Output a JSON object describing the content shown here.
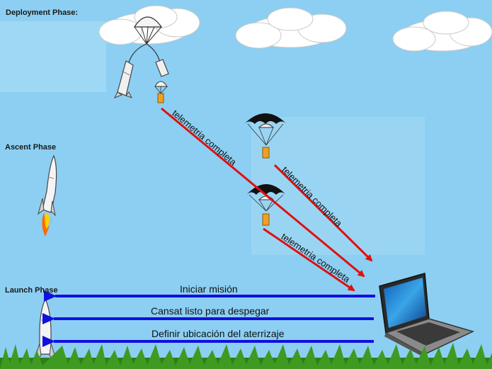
{
  "phases": {
    "deployment": "Deployment Phase:",
    "ascent": "Ascent Phase",
    "launch": "Launch Phase"
  },
  "telemetry": {
    "label_1": "telemetria completa",
    "label_2": "telemetria completa",
    "label_3": "telemetria completa"
  },
  "commands": {
    "start": "Iniciar misión",
    "ready": "Cansat listo para despegar",
    "landing": "Definir ubicación del aterrizaje"
  },
  "colors": {
    "sky": "#8ccff2",
    "telemetry_arrow": "#e01010",
    "command_arrow": "#1010e0",
    "grass": "#3f9a22"
  }
}
